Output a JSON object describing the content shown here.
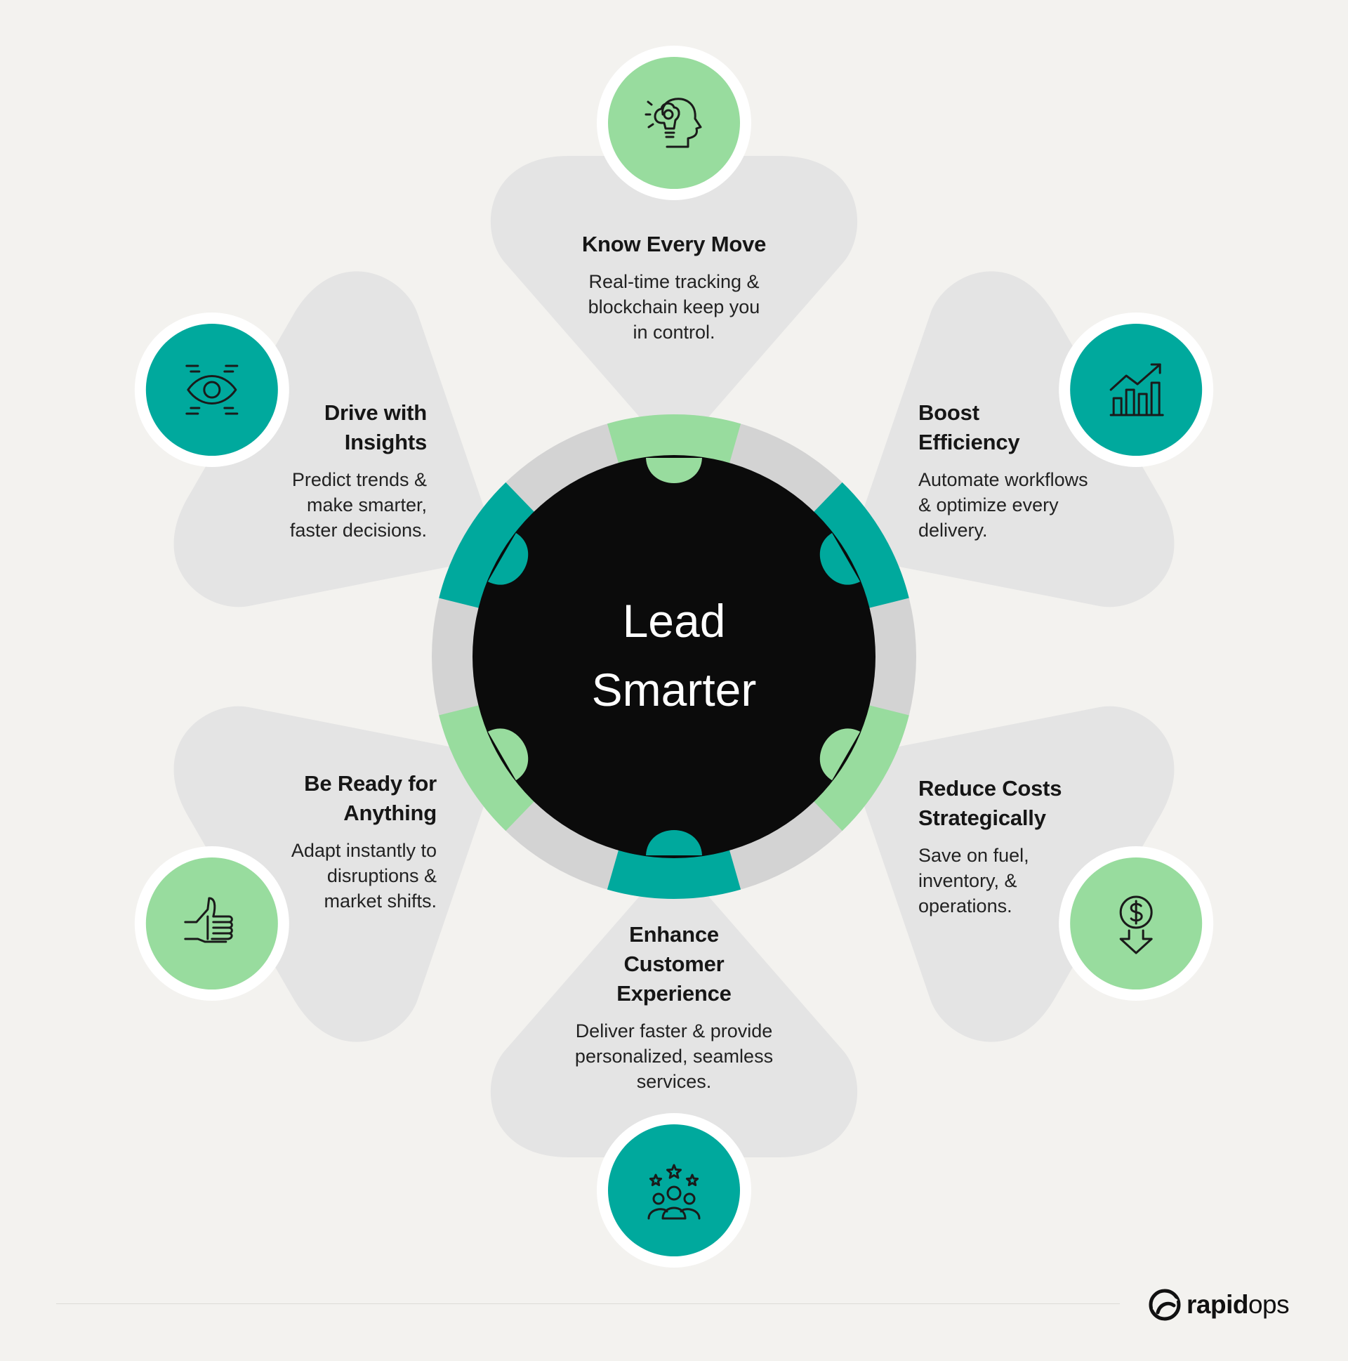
{
  "center": {
    "line1": "Lead",
    "line2": "Smarter"
  },
  "colors": {
    "background": "#f3f2ef",
    "petal": "#e4e4e4",
    "ring": "#d3d3d3",
    "core": "#0b0b0b",
    "teal": "#00a99d",
    "green": "#98dc9e",
    "icon_ink": "#1a1a1a"
  },
  "nodes": [
    {
      "id": "know-every-move",
      "title": "Know Every Move",
      "title_lines": [
        "Know Every Move"
      ],
      "desc_lines": [
        "Real-time tracking &",
        "blockchain keep you",
        "in control."
      ],
      "color": "green",
      "icon": "brain-lightbulb-gear-icon"
    },
    {
      "id": "boost-efficiency",
      "title": "Boost Efficiency",
      "title_lines": [
        "Boost",
        "Efficiency"
      ],
      "desc_lines": [
        "Automate workflows",
        "& optimize every",
        "delivery."
      ],
      "color": "teal",
      "icon": "growth-bar-chart-icon"
    },
    {
      "id": "reduce-costs",
      "title": "Reduce Costs Strategically",
      "title_lines": [
        "Reduce Costs",
        "Strategically"
      ],
      "desc_lines": [
        "Save on fuel,",
        "inventory, &",
        "operations."
      ],
      "color": "green",
      "icon": "dollar-down-arrow-icon"
    },
    {
      "id": "enhance-customer-experience",
      "title": "Enhance Customer Experience",
      "title_lines": [
        "Enhance",
        "Customer",
        "Experience"
      ],
      "desc_lines": [
        "Deliver faster & provide",
        "personalized, seamless",
        "services."
      ],
      "color": "teal",
      "icon": "group-stars-icon"
    },
    {
      "id": "be-ready",
      "title": "Be Ready for Anything",
      "title_lines": [
        "Be Ready for",
        "Anything"
      ],
      "desc_lines": [
        "Adapt instantly to",
        "disruptions &",
        "market shifts."
      ],
      "color": "green",
      "icon": "thumbs-up-icon"
    },
    {
      "id": "drive-with-insights",
      "title": "Drive with Insights",
      "title_lines": [
        "Drive with",
        "Insights"
      ],
      "desc_lines": [
        "Predict trends &",
        "make smarter,",
        "faster decisions."
      ],
      "color": "teal",
      "icon": "eye-scan-icon"
    }
  ],
  "brand": {
    "name_bold": "rapid",
    "name_regular": "ops"
  }
}
